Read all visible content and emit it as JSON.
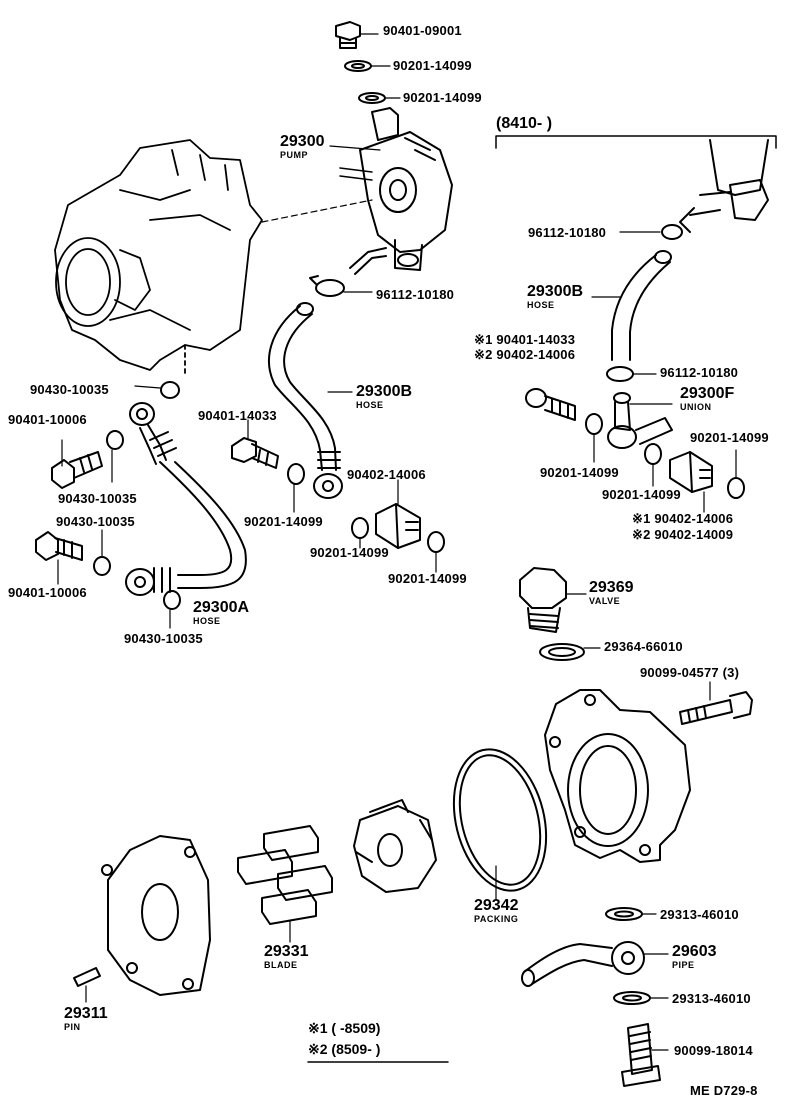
{
  "labels": {
    "p90401_09001": "90401-09001",
    "p90201_14099_a": "90201-14099",
    "p90201_14099_b": "90201-14099",
    "group": "(8410-        )",
    "pump_no": "29300",
    "pump_name": "PUMP",
    "c96112_a": "96112-10180",
    "c96112_b": "96112-10180",
    "c96112_c": "96112-10180",
    "hose_b1_no": "29300B",
    "hose_b1_name": "HOSE",
    "hose_b2_no": "29300B",
    "hose_b2_name": "HOSE",
    "m1_90401_14033": "※1 90401-14033",
    "m2_90402_14006": "※2 90402-14006",
    "union_no": "29300F",
    "union_name": "UNION",
    "g90201_right_top": "90201-14099",
    "g90201_right_1": "90201-14099",
    "g90201_right_2": "90201-14099",
    "m1_90402_14006": "※1 90402-14006",
    "m2_90402_14009": "※2 90402-14009",
    "w90430_a": "90430-10035",
    "b90401_10006_a": "90401-10006",
    "w90430_b": "90430-10035",
    "w90430_c": "90430-10035",
    "b90401_10006_b": "90401-10006",
    "w90430_d": "90430-10035",
    "b90401_14033": "90401-14033",
    "g90201_mid_1": "90201-14099",
    "b90402_14006": "90402-14006",
    "g90201_mid_2": "90201-14099",
    "g90201_mid_3": "90201-14099",
    "hose_a_no": "29300A",
    "hose_a_name": "HOSE",
    "valve_no": "29369",
    "valve_name": "VALVE",
    "g29364": "29364-66010",
    "b90099_04577": "90099-04577  (3)",
    "packing_no": "29342",
    "packing_name": "PACKING",
    "g29313_a": "29313-46010",
    "pipe_no": "29603",
    "pipe_name": "PIPE",
    "g29313_b": "29313-46010",
    "b90099_18014": "90099-18014",
    "blade_no": "29331",
    "blade_name": "BLADE",
    "pin_no": "29311",
    "pin_name": "PIN",
    "note1": "※1 (        -8509)",
    "note2": "※2 (8509-        )",
    "code": "ME  D729-8"
  }
}
